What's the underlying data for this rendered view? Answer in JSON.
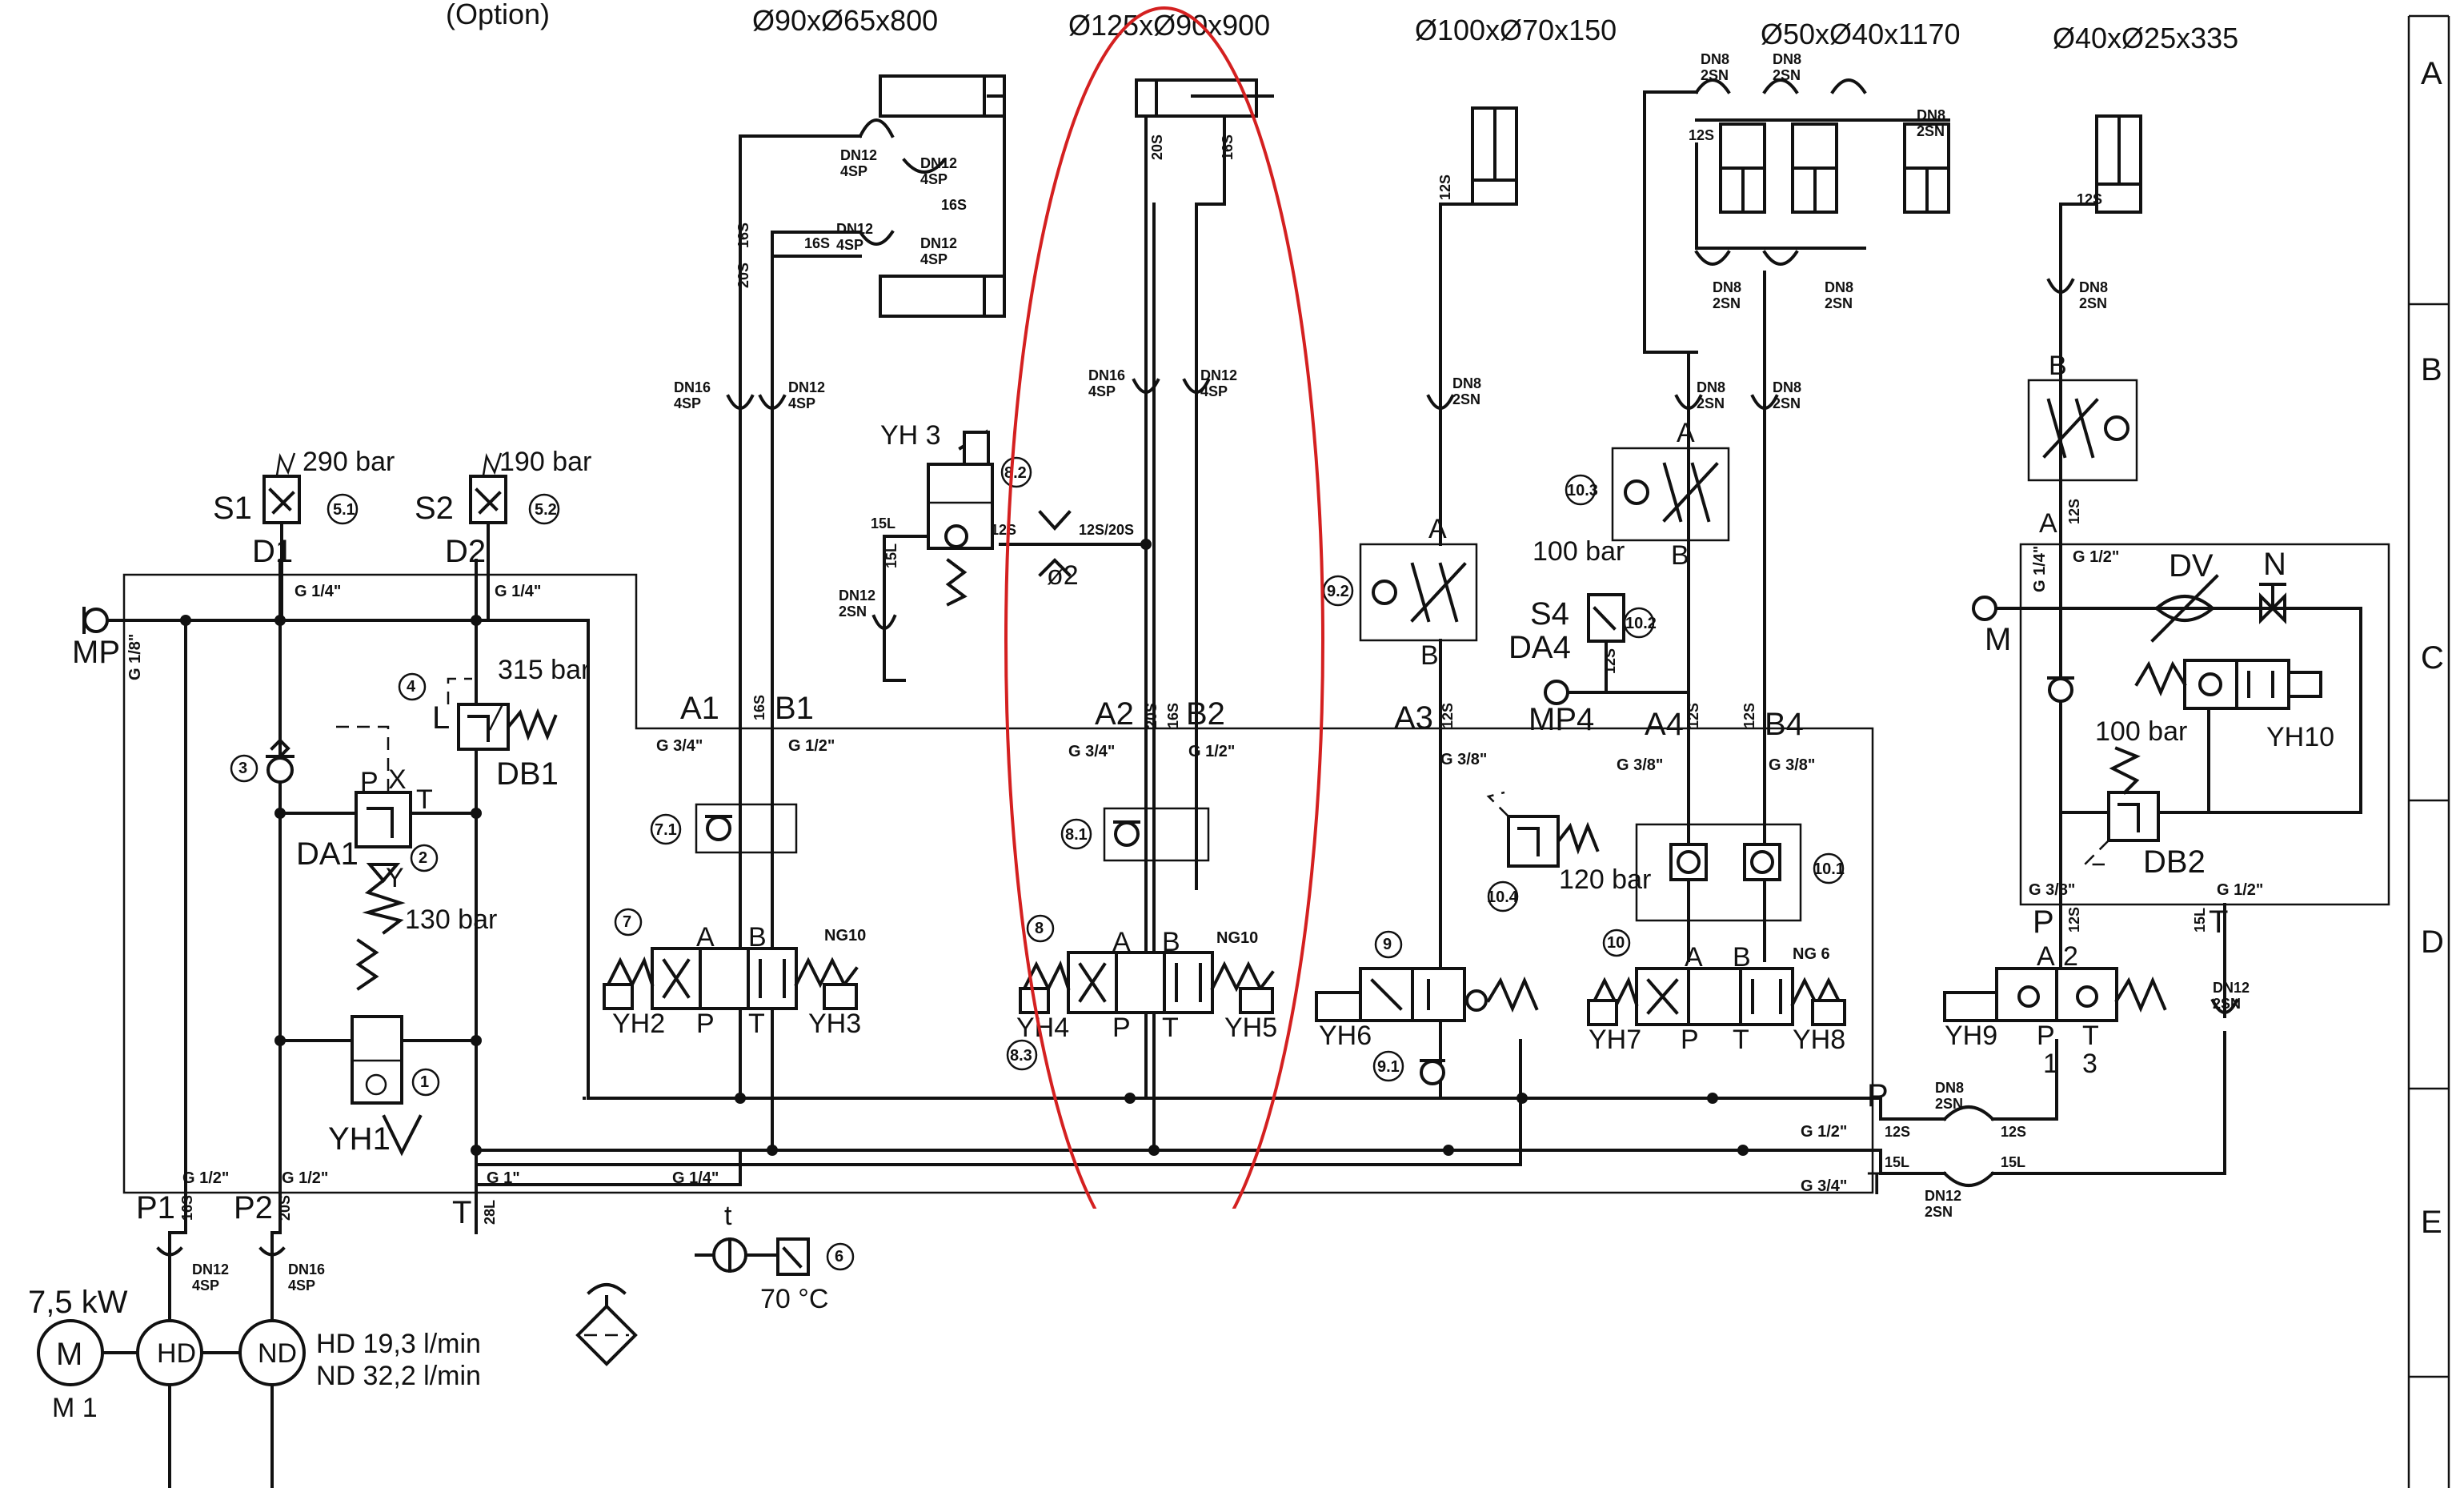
{
  "header": {
    "option": "(Option)",
    "cyl1": "Ø90xØ65x800",
    "cyl2": "Ø125xØ90x900",
    "cyl3": "Ø100xØ70x150",
    "cyl4": "Ø50xØ40x1170",
    "cyl5": "Ø40xØ25x335"
  },
  "grid": {
    "rows": [
      "A",
      "B",
      "C",
      "D",
      "E"
    ]
  },
  "pump": {
    "motor": "M",
    "motor_id": "M 1",
    "power": "7,5 kW",
    "hd": "HD",
    "nd": "ND",
    "hd_flow": "HD 19,3 l/min",
    "nd_flow": "ND 32,2 l/min",
    "p1": "P1",
    "p2": "P2",
    "t": "T",
    "g_p1": "G 1/2\"",
    "g_p2": "G 1/2\"",
    "g_t": "G 1\"",
    "g_t2": "G 1/4\"",
    "hose_p1": "DN12\n4SP",
    "hose_p2": "DN16\n4SP",
    "tube_16s": "16S",
    "tube_20s": "20S",
    "tube_28l": "28L"
  },
  "supply": {
    "mp": "MP",
    "g_mp": "G 1/8\"",
    "s1": "S1",
    "s1_bar": "290 bar",
    "s1_ref": "5.1",
    "d1": "D1",
    "g_d1": "G 1/4\"",
    "s2": "S2",
    "s2_bar": "190 bar",
    "s2_ref": "5.2",
    "d2": "D2",
    "g_d2": "G 1/4\"",
    "db1": "DB1",
    "db1_bar": "315 bar",
    "db1_ref": "4",
    "db1_l": "L",
    "da1": "DA1",
    "da1_bar": "130 bar",
    "da1_ref": "2",
    "da1_p": "P",
    "da1_x": "X",
    "da1_t": "T",
    "da1_y": "Y",
    "check3_ref": "3",
    "yh1": "YH1",
    "yh1_ref": "1",
    "temp": "70 °C",
    "temp_ref": "6",
    "temp_t": "t"
  },
  "circuit7": {
    "a": "A1",
    "b": "B1",
    "g_a": "G 3/4\"",
    "g_b": "G 1/2\"",
    "tube": "16S",
    "ref": "7",
    "check_ref": "7.1",
    "size": "NG10",
    "yh_a": "YH2",
    "yh_b": "YH3",
    "port_a": "A",
    "port_b": "B",
    "port_p": "P",
    "port_t": "T",
    "hose_a": "DN16\n4SP",
    "hose_b": "DN12\n4SP",
    "hose_c1": "DN12\n4SP",
    "hose_c2": "DN12\n4SP",
    "hose_c3": "DN12\n4SP",
    "hose_c4": "DN12\n4SP",
    "tube_20s": "20S",
    "tube_16s_a": "16S",
    "tube_16s_b": "16S",
    "tube_16s_c": "16S"
  },
  "circuit8": {
    "a": "A2",
    "b": "B2",
    "g_a": "G 3/4\"",
    "g_b": "G 1/2\"",
    "tube_a": "20S",
    "tube_b": "16S",
    "ref": "8",
    "check_ref": "8.1",
    "ref3": "8.3",
    "size": "NG10",
    "yh_a": "YH4",
    "yh_b": "YH5",
    "port_a": "A",
    "port_b": "B",
    "port_p": "P",
    "port_t": "T",
    "hose_a": "DN16\n4SP",
    "hose_b": "DN12\n4SP",
    "cyl_a": "20S",
    "cyl_b": "16S",
    "yh3": "YH 3",
    "yh3_ref": "8.2",
    "orifice": "ø2",
    "orifice_tube": "12S/20S",
    "tube_15l": "15L",
    "tube_12s": "12S",
    "tube_15l_b": "15L",
    "hose_c": "DN12\n2SN"
  },
  "circuit9": {
    "a": "A3",
    "g_a": "G 3/8\"",
    "tube": "12S",
    "ref": "9",
    "ref1": "9.1",
    "ref2": "9.2",
    "yh": "YH6",
    "port_a": "A",
    "port_b": "B",
    "hose": "DN8\n2SN",
    "cyl_tube": "12S"
  },
  "circuit10": {
    "a": "A4",
    "b": "B4",
    "g_a": "G 3/8\"",
    "g_b": "G 3/8\"",
    "tube_a": "12S",
    "tube_b": "12S",
    "ref": "10",
    "ref1": "10.1",
    "ref2": "10.2",
    "ref3": "10.3",
    "ref4": "10.4",
    "size": "NG 6",
    "yh_a": "YH7",
    "yh_b": "YH8",
    "port_a": "A",
    "port_b": "B",
    "port_p": "P",
    "port_t": "T",
    "port_a2": "A",
    "port_b2": "B",
    "mp4": "MP4",
    "s4": "S4",
    "s4_bar": "100 bar",
    "da4": "DA4",
    "s4_tube": "12S",
    "db_bar": "120 bar",
    "hose_a": "DN8\n2SN",
    "hose_b": "DN8\n2SN",
    "hose_t1": "DN8\n2SN",
    "hose_t2": "DN8\n2SN",
    "hose_t3": "DN8\n2SN",
    "hose_b1": "DN8\n2SN",
    "hose_b2": "DN8\n2SN",
    "t12s": "12S"
  },
  "circuit11": {
    "m": "M",
    "g_m": "G 1/4\"",
    "g_a": "G 1/2\"",
    "dv": "DV",
    "n": "N",
    "yh10": "YH10",
    "db2": "DB2",
    "db2_bar": "100 bar",
    "p": "P",
    "t": "T",
    "g_p": "G 3/8\"",
    "g_t": "G 1/2\"",
    "tube_p": "12S",
    "tube_t": "15L",
    "yh9": "YH9",
    "port_a": "A",
    "port_2": "2",
    "port_p": "P",
    "port_t": "T",
    "port_1": "1",
    "port_3": "3",
    "port_a_top": "A",
    "port_b_top": "B",
    "tube_a": "12S",
    "hose_top": "DN8\n2SN",
    "hose_t": "DN12\n2SN",
    "cyl_tube": "12S"
  },
  "return": {
    "p": "P",
    "t": "T",
    "g_p": "G 1/2\"",
    "g_t": "G 3/4\"",
    "tube_12s_a": "12S",
    "tube_12s_b": "12S",
    "tube_15l_a": "15L",
    "tube_15l_b": "15L",
    "hose_p": "DN8\n2SN",
    "hose_t": "DN12\n2SN"
  },
  "colors": {
    "line": "#111111",
    "highlight": "#d42020",
    "paper": "#ffffff"
  }
}
